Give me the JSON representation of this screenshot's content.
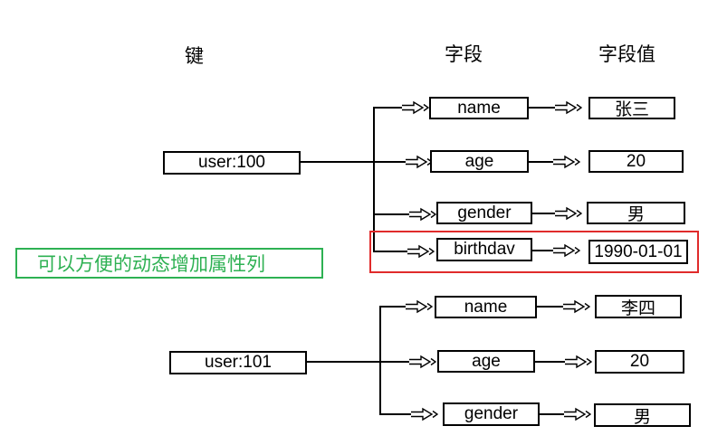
{
  "headers": {
    "key": "键",
    "field": "字段",
    "value": "字段值"
  },
  "annotation": {
    "text": "可以方便的动态增加属性列"
  },
  "colors": {
    "annotation_green": "#2eb153",
    "highlight_red": "#e02b2b",
    "line_black": "#000000",
    "background": "#ffffff"
  },
  "groups": [
    {
      "key": "user:100",
      "rows": [
        {
          "field": "name",
          "value": "张三"
        },
        {
          "field": "age",
          "value": "20"
        },
        {
          "field": "gender",
          "value": "男"
        },
        {
          "field": "birthdav",
          "value": "1990-01-01",
          "highlighted": true
        }
      ]
    },
    {
      "key": "user:101",
      "rows": [
        {
          "field": "name",
          "value": "李四"
        },
        {
          "field": "age",
          "value": "20"
        },
        {
          "field": "gender",
          "value": "男"
        }
      ]
    }
  ]
}
